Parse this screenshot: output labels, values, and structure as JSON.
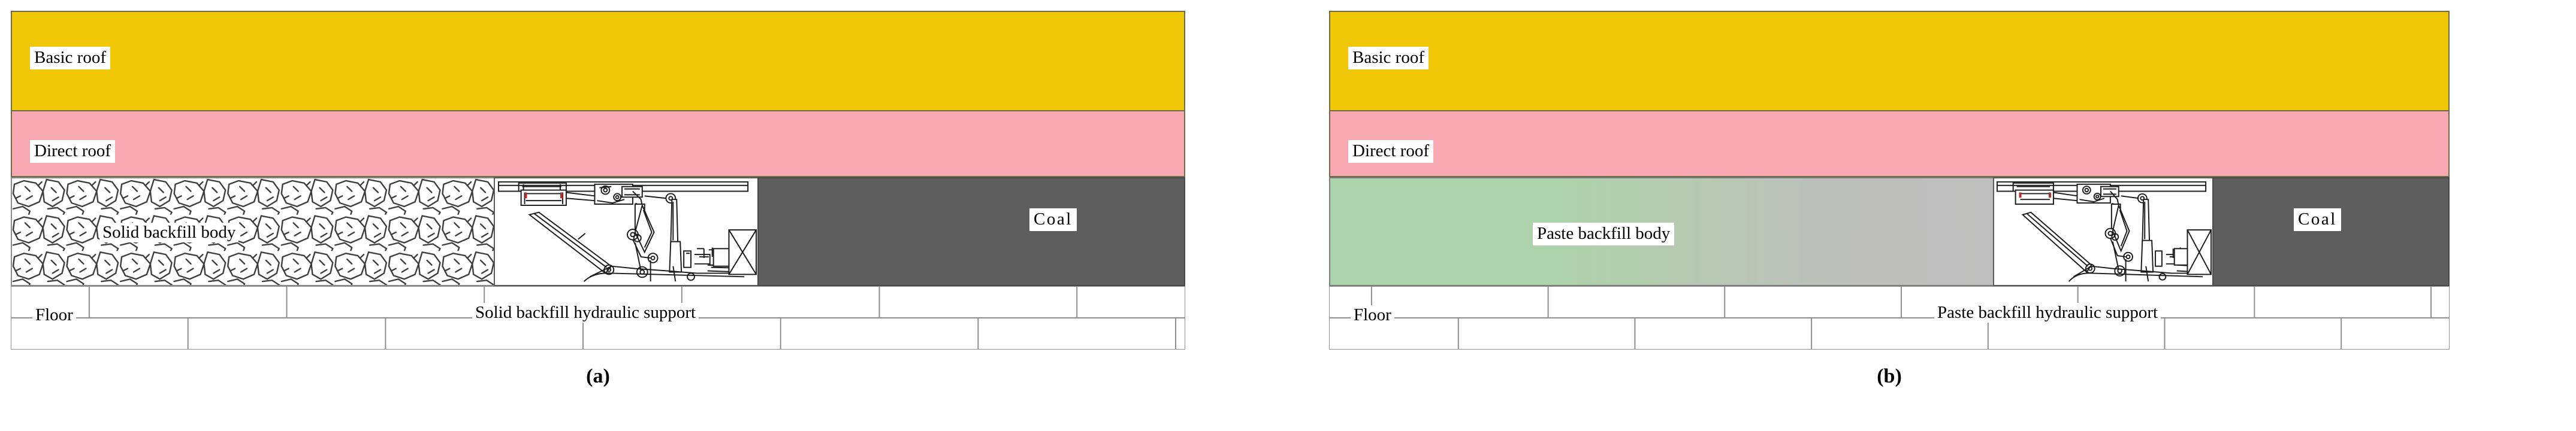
{
  "figure": {
    "panels": [
      {
        "caption": "(a)",
        "layers": {
          "basic_roof": "Basic roof",
          "direct_roof": "Direct roof",
          "backfill": "Solid backfill body",
          "support": "Solid backfill hydraulic support",
          "coal": "Coal",
          "floor": "Floor"
        }
      },
      {
        "caption": "(b)",
        "layers": {
          "basic_roof": "Basic roof",
          "direct_roof": "Direct roof",
          "backfill": "Paste backfill body",
          "support": "Paste backfill hydraulic support",
          "coal": "Coal",
          "floor": "Floor"
        }
      }
    ]
  },
  "colors": {
    "basic_roof": "#F0C808",
    "direct_roof": "#F7A8B0",
    "coal": "#5E5E5E",
    "paste_backfill_start": "#AED2AB",
    "paste_backfill_end": "#BFBFBF",
    "solid_backfill": "#FFFFFF",
    "floor": "#FFFFFF",
    "outline": "#6B6B4A"
  }
}
